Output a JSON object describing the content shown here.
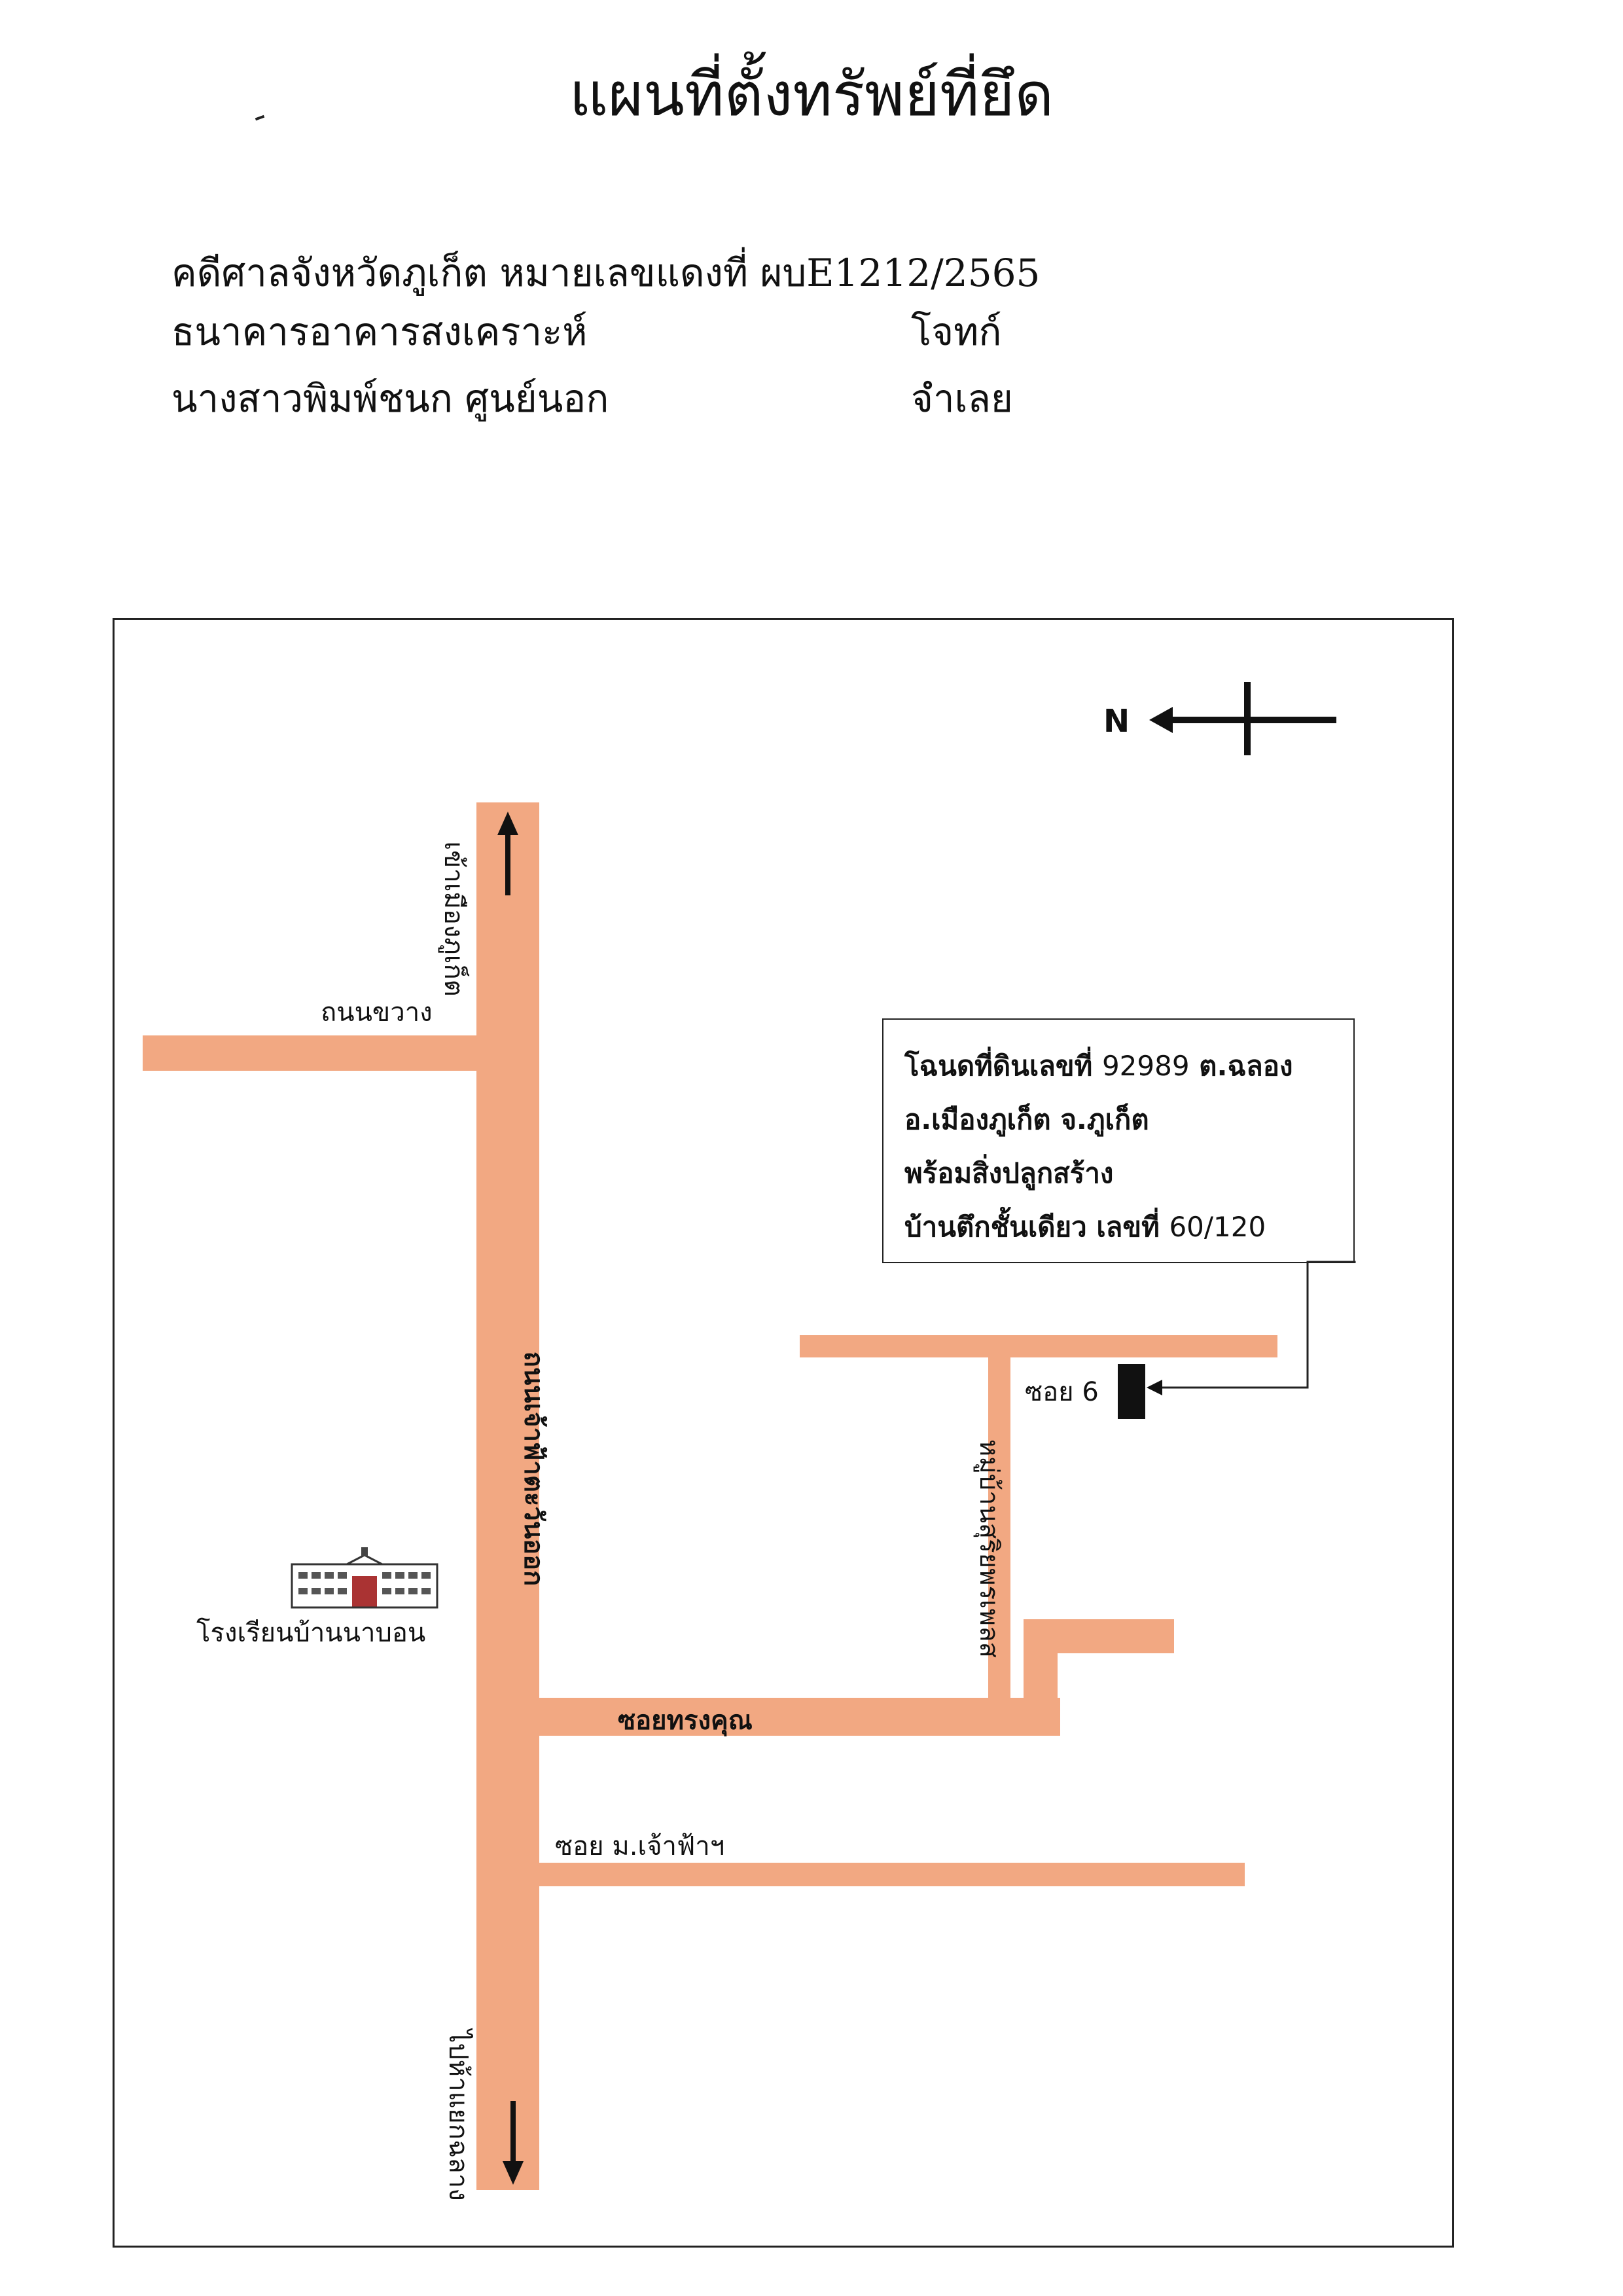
{
  "title": "แผนที่ตั้งทรัพย์ที่ยึด",
  "case": {
    "court_line": "คดีศาลจังหวัดภูเก็ต หมายเลขแดงที่ ผบE",
    "case_number": "1212/2565",
    "plaintiff_name": "ธนาคารอาคารสงเคราะห์",
    "plaintiff_role": "โจทก์",
    "defendant_name": "นางสาวพิมพ์ชนก ศูนย์นอก",
    "defendant_role": "จำเลย"
  },
  "map": {
    "north_label": "N",
    "roads": {
      "main_road": "ถนนเจ้าฟ้าตะวันออก",
      "to_phuket": "เข้าเมืองภูเก็ต",
      "to_intersection": "ไปห้าแยกฉลาง",
      "cross_road": "ถนนขวาง",
      "soi_songkhun": "ซอยทรงคุณ",
      "soi_chaofa": "ซอย ม.เจ้าฟ้าฯ",
      "village": "หมู่บ้านสุริยพรเพลส",
      "soi_6": "ซอย 6"
    },
    "school": "โรงเรียนบ้านนาบอน",
    "deed": {
      "line1_a": "โฉนดที่ดินเลขที่ ",
      "line1_num": "92989",
      "line1_b": " ต.ฉลอง",
      "line2": "อ.เมืองภูเก็ต จ.ภูเก็ต",
      "line3": "พร้อมสิ่งปลูกสร้าง",
      "line4_a": "บ้านตึกชั้นเดียว เลขที่ ",
      "line4_num": "60/120"
    },
    "road_color": "#f2a882"
  }
}
